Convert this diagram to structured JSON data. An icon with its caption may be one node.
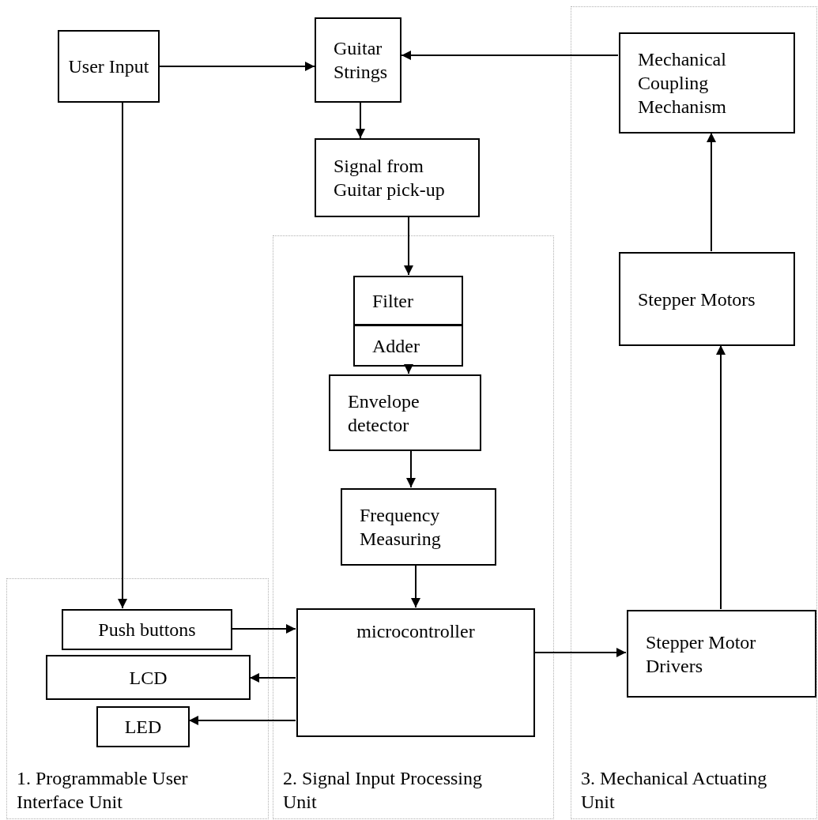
{
  "diagram": {
    "nodes": [
      {
        "text": [
          "User Input"
        ]
      },
      {
        "text": [
          "Guitar Strings"
        ]
      },
      {
        "text": [
          "3. Mechanical Actuating Unit"
        ]
      },
      {
        "text": [
          "Mechanical Coupling Mechanism"
        ],
        "in": 2
      },
      {
        "text": [
          "Signal from Guitar pick-up"
        ]
      },
      {
        "text": [
          "2. Signal Input Processing Unit"
        ]
      },
      {
        "text": [
          "Filter"
        ],
        "in": 5
      },
      {
        "text": [
          "Adder"
        ],
        "in": 5
      },
      {
        "text": [
          "Stepper Motors"
        ],
        "in": 2
      },
      {
        "text": [
          "Envelope detector"
        ],
        "in": 5
      },
      {
        "text": [
          "Frequency Measuring"
        ],
        "in": 5
      },
      {
        "text": [
          "1. Programmable User Interface Unit"
        ]
      },
      {
        "text": [
          "Push buttons"
        ],
        "in": 11
      },
      {
        "text": [
          "microcontroller"
        ],
        "in": 5
      },
      {
        "text": [
          "Stepper Motor Drivers"
        ],
        "in": 2
      },
      {
        "text": [
          "LCD"
        ],
        "in": 11
      },
      {
        "text": [
          "LED"
        ],
        "in": 11
      }
    ],
    "edges": [
      {
        "from": 0,
        "to": 1,
        "arrow": "to"
      },
      {
        "from": 3,
        "to": 1,
        "arrow": "to"
      },
      {
        "from": 0,
        "to": 12,
        "arrow": "to"
      },
      {
        "from": 1,
        "to": 4,
        "arrow": "to"
      },
      {
        "from": 4,
        "to": 6,
        "arrow": "to"
      },
      {
        "from": 7,
        "to": 9,
        "arrow": "to"
      },
      {
        "from": 9,
        "to": 10,
        "arrow": "to"
      },
      {
        "from": 10,
        "to": 13,
        "arrow": "to"
      },
      {
        "from": 12,
        "to": 13,
        "arrow": "to"
      },
      {
        "from": 13,
        "to": 15,
        "arrow": "to"
      },
      {
        "from": 13,
        "to": 16,
        "arrow": "to"
      },
      {
        "from": 13,
        "to": 14,
        "arrow": "to"
      },
      {
        "from": 14,
        "to": 8,
        "arrow": "to"
      },
      {
        "from": 8,
        "to": 3,
        "arrow": "to"
      }
    ]
  }
}
